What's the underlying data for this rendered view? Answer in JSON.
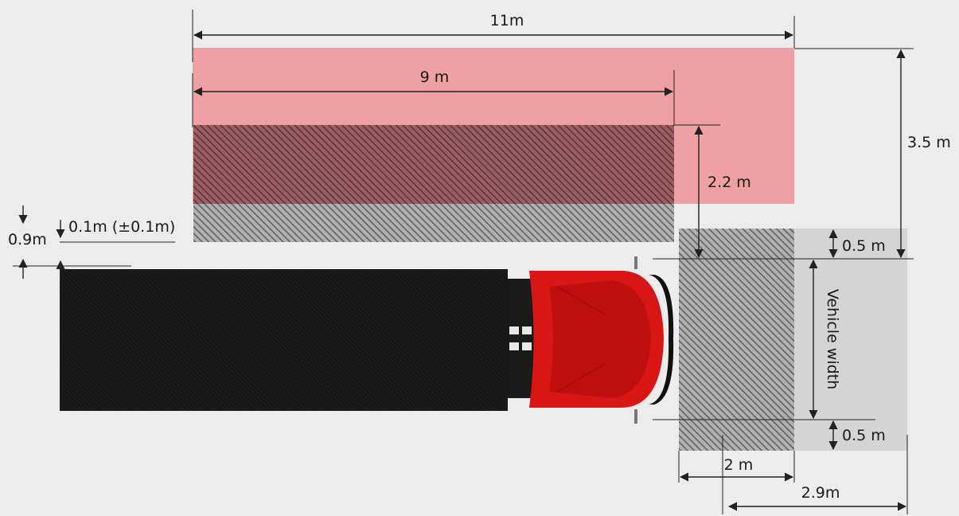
{
  "colors": {
    "background": "#ececec",
    "pink_zone": "#eea0a3",
    "hatched_red": "#7a4748",
    "hatched_gray": "#8a8a8a",
    "side_zone": "#d4d4d4",
    "trailer": "#161616",
    "cab": "#d81616"
  },
  "dimensions": {
    "total_length": "11m",
    "hatched_length": "9 m",
    "height_top": "3.5 m",
    "gap_side": "2.2 m",
    "top_margin": "0.5 m",
    "bottom_margin": "0.5 m",
    "vehicle_width": "Vehicle width",
    "front_depth": "2 m",
    "front_width": "2.9m",
    "left_offset": "0.9m",
    "tolerance": "0.1m (±0.1m)"
  }
}
